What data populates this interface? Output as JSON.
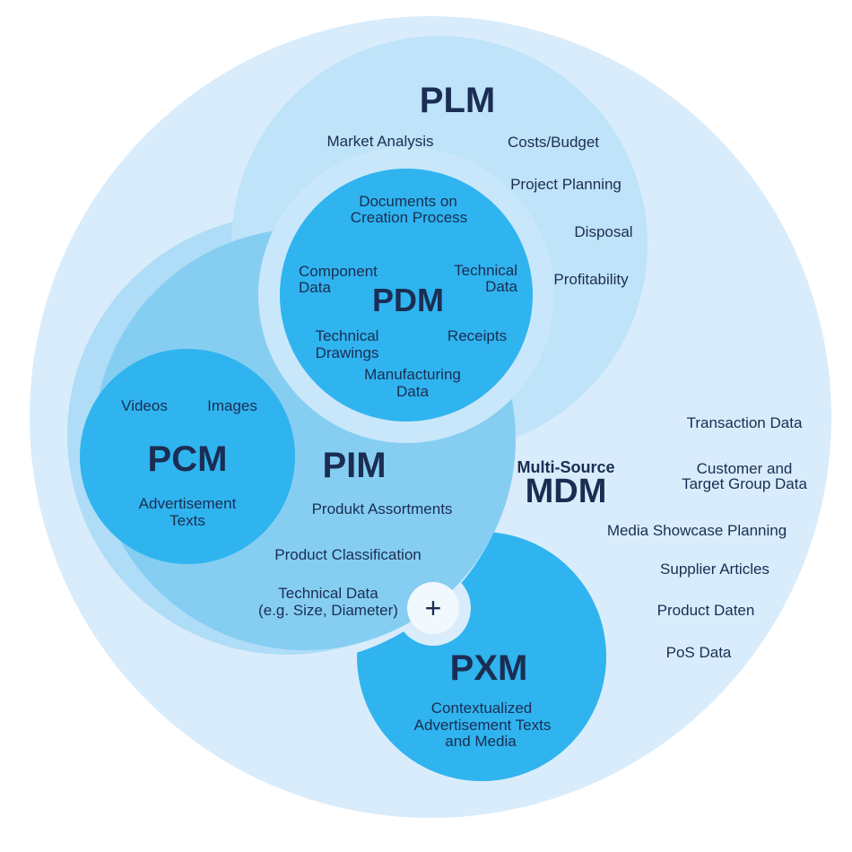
{
  "colors": {
    "background": "#ffffff",
    "mdm_circle": "#d9ecfb",
    "plm_circle": "#bfe3f8",
    "pim_halo": "#afdcf6",
    "pim_circle": "#85cef2",
    "pdm_halo": "#c9e7fa",
    "accent_circle": "#2fb4ef",
    "plus_circle": "#f2f9fe",
    "text": "#1b2d52"
  },
  "plm": {
    "title": "PLM",
    "items": [
      "Market Analysis",
      "Costs/Budget",
      "Project Planning",
      "Disposal",
      "Profitability"
    ]
  },
  "pdm": {
    "title": "PDM",
    "documents": [
      "Documents on",
      "Creation Process"
    ],
    "component": [
      "Component",
      "Data"
    ],
    "technical": [
      "Technical",
      "Data"
    ],
    "drawings": [
      "Technical",
      "Drawings"
    ],
    "receipts": "Receipts",
    "manufacturing": [
      "Manufacturing",
      "Data"
    ]
  },
  "pcm": {
    "title": "PCM",
    "videos": "Videos",
    "images": "Images",
    "ads": [
      "Advertisement",
      "Texts"
    ]
  },
  "pim": {
    "title": "PIM",
    "assortments": "Produkt Assortments",
    "classification": "Product Classification",
    "technical": [
      "Technical Data",
      "(e.g. Size, Diameter)"
    ]
  },
  "mdm": {
    "prefix": "Multi-Source",
    "title": "MDM",
    "items": [
      "Transaction Data",
      "Customer and",
      "Target Group Data",
      "Media Showcase Planning",
      "Supplier Articles",
      "Product Daten",
      "PoS Data"
    ]
  },
  "pxm": {
    "title": "PXM",
    "description": [
      "Contextualized",
      "Advertisement Texts",
      "and Media"
    ]
  },
  "plus": {
    "symbol": "+"
  }
}
